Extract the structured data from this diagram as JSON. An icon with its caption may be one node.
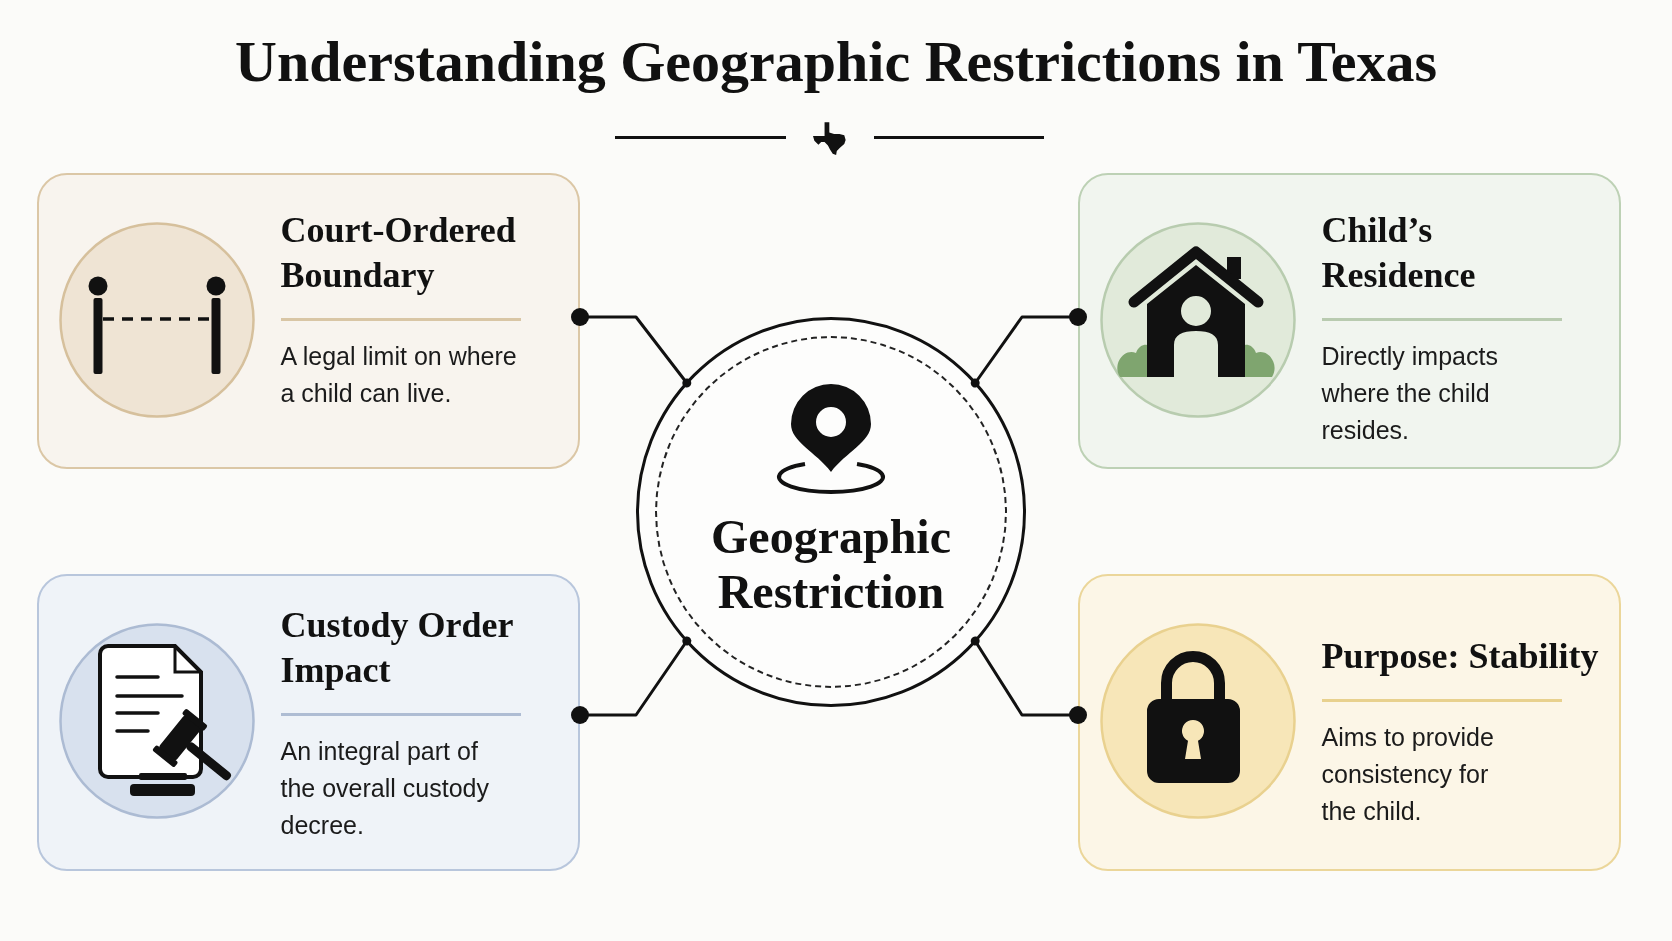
{
  "diagram": {
    "title": "Understanding Geographic Restrictions in Texas",
    "nodes": [
      {
        "text": [
          "Court-Ordered Boundary",
          "A legal limit on where a child can live."
        ]
      },
      {
        "text": [
          "Child’s Residence",
          "Directly impacts where the child resides."
        ]
      },
      {
        "text": [
          "Geographic Restriction"
        ]
      },
      {
        "text": [
          "Custody Order Impact",
          "An integral part of the overall custody decree."
        ]
      },
      {
        "text": [
          "Purpose: Stability",
          "Aims to provide consistency for the child."
        ]
      }
    ],
    "edges": [
      {
        "from": 2,
        "to": 0,
        "arrow": "other"
      },
      {
        "from": 2,
        "to": 1,
        "arrow": "other"
      },
      {
        "from": 2,
        "to": 3,
        "arrow": "other"
      },
      {
        "from": 2,
        "to": 4,
        "arrow": "other"
      }
    ]
  }
}
